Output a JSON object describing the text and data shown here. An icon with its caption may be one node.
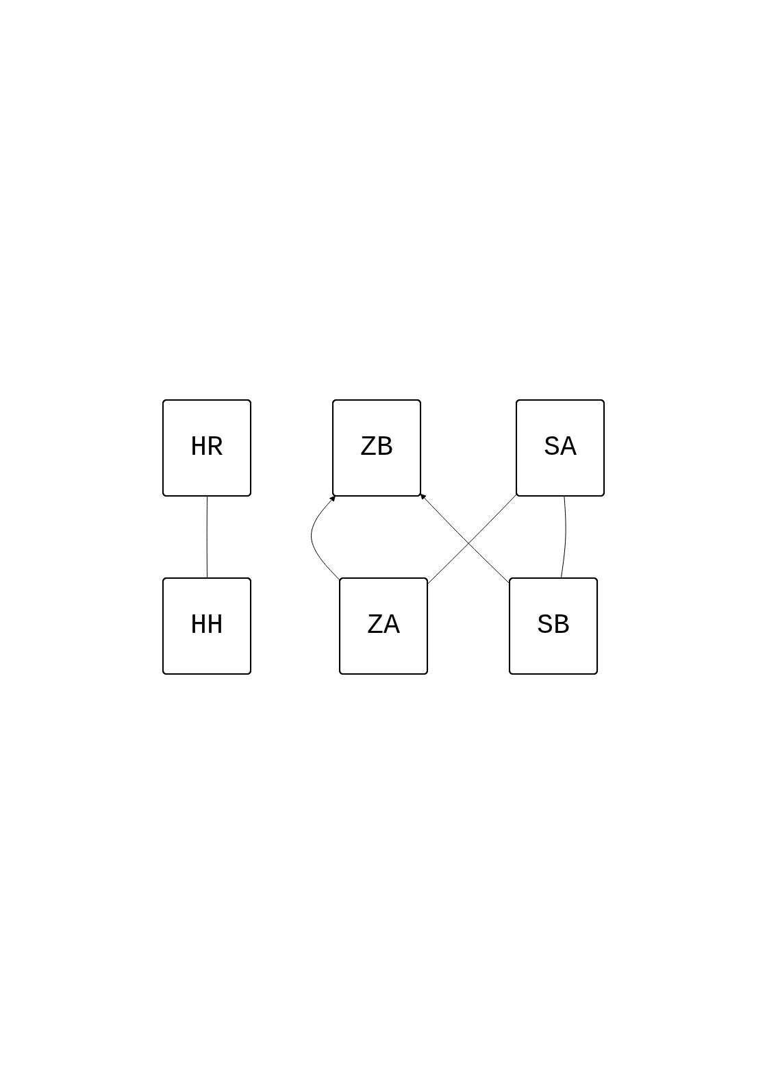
{
  "diagram": {
    "nodes": [
      {
        "text": [
          "HH"
        ]
      },
      {
        "text": [
          "ZB"
        ]
      },
      {
        "text": [
          "HR"
        ]
      },
      {
        "text": [
          "ZA"
        ]
      },
      {
        "text": [
          "SA"
        ]
      },
      {
        "text": [
          "SB"
        ]
      }
    ],
    "edges": [
      {
        "from": 0,
        "to": 2,
        "arrow": "none"
      },
      {
        "from": 3,
        "to": 1,
        "arrow": "to"
      },
      {
        "from": 5,
        "to": 1,
        "arrow": "to"
      },
      {
        "from": 3,
        "to": 4,
        "arrow": "none"
      },
      {
        "from": 5,
        "to": 4,
        "arrow": "none"
      }
    ]
  }
}
